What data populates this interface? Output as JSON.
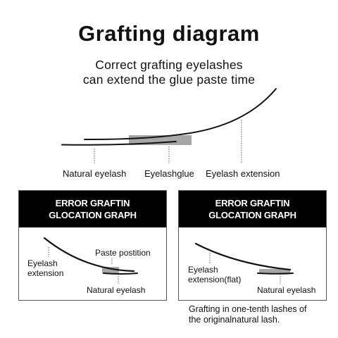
{
  "header": {
    "title": "Grafting diagram",
    "subtitle_line1": "Correct grafting eyelashes",
    "subtitle_line2": "can extend the glue paste time"
  },
  "main_diagram": {
    "labels": {
      "natural": "Natural eyelash",
      "glue": "Eyelashglue",
      "extension": "Eyelash extension"
    }
  },
  "panels": [
    {
      "title_line1": "ERROR GRAFTIN",
      "title_line2": "GLOCATION GRAPH",
      "label_extension_line1": "Eyelash",
      "label_extension_line2": "extension",
      "label_paste": "Paste postition",
      "label_natural": "Natural eyelash"
    },
    {
      "title_line1": "ERROR GRAFTIN",
      "title_line2": "GLOCATION GRAPH",
      "label_extension_line1": "Eyelash",
      "label_extension_line2": "extension(flat)",
      "label_natural": "Natural eyelash"
    }
  ],
  "note": {
    "line1": "Grafting in one-tenth lashes of",
    "line2": "the originalnatural lash."
  },
  "colors": {
    "glue": "#a6a6a6",
    "header_bg": "#000000",
    "line": "#111111"
  }
}
